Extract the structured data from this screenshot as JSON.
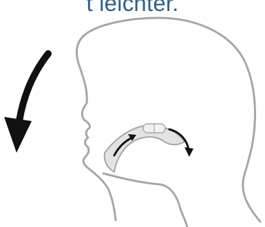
{
  "caption": {
    "text": "t leichter.",
    "color": "#2f5f8a"
  },
  "illustration": {
    "head_outline_color": "#a6a6a6",
    "tongue_fill_color": "#e3e3e3",
    "arrow_color": "#111111",
    "capsule_color": "#f2f2f2",
    "icons": [
      "head-profile-outline",
      "tilt-arrow",
      "capsule",
      "swallow-arrow"
    ]
  }
}
